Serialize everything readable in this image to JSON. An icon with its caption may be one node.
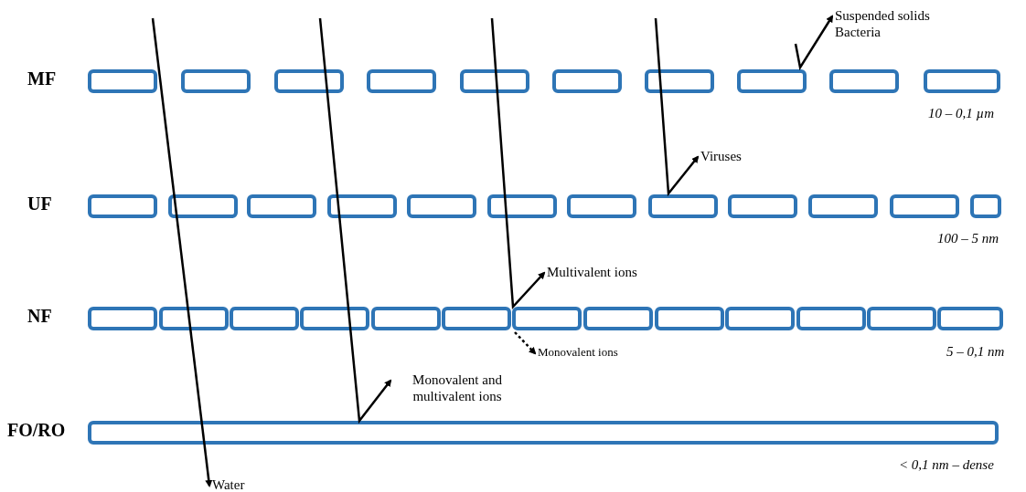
{
  "diagram": {
    "nodes": [
      {
        "text": [
          "Suspended solids Bacteria"
        ]
      },
      {
        "text": [
          "Viruses"
        ]
      },
      {
        "text": [
          "Multivalent ions"
        ]
      },
      {
        "text": [
          "Monovalent ions"
        ]
      },
      {
        "text": [
          "Monovalent and multivalent ions"
        ]
      },
      {
        "text": [
          "Water"
        ]
      }
    ],
    "edges": [
      {
        "from": null,
        "to": 0,
        "arrow": "to"
      },
      {
        "from": null,
        "to": 1,
        "arrow": "to"
      },
      {
        "from": null,
        "to": 2,
        "arrow": "to"
      },
      {
        "from": null,
        "to": 3,
        "arrow": "to",
        "style": "dashed"
      },
      {
        "from": null,
        "to": 4,
        "arrow": "to"
      },
      {
        "from": null,
        "to": 5,
        "arrow": "to"
      }
    ],
    "labels": [
      "MF",
      "10 – 0,1 µm",
      "UF",
      "100 – 5 nm",
      "NF",
      "5 – 0,1 nm",
      "FO/RO",
      "< 0,1 nm – dense"
    ]
  }
}
